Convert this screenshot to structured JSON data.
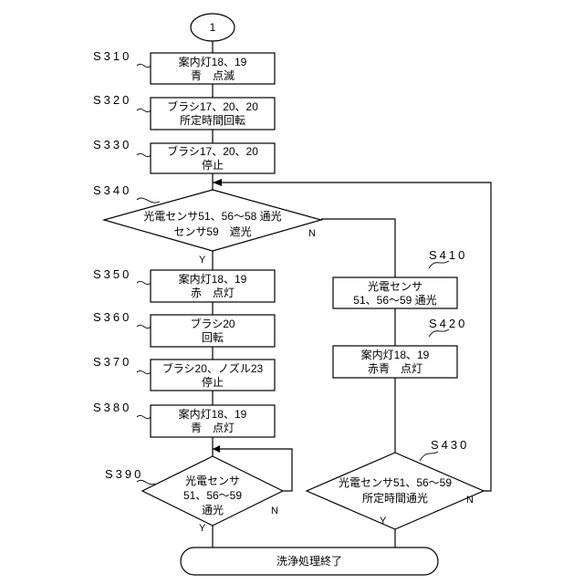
{
  "start": {
    "label": "1"
  },
  "steps": {
    "s310": {
      "id": "S310",
      "lines": [
        "案内灯18、19",
        "青　点滅"
      ]
    },
    "s320": {
      "id": "S320",
      "lines": [
        "ブラシ17、20、20",
        "所定時間回転"
      ]
    },
    "s330": {
      "id": "S330",
      "lines": [
        "ブラシ17、20、20",
        "停止"
      ]
    },
    "s340": {
      "id": "S340",
      "lines": [
        "光電センサ51、56～58 通光",
        "センサ59　遮光"
      ],
      "yes": "Y",
      "no": "N"
    },
    "s350": {
      "id": "S350",
      "lines": [
        "案内灯18、19",
        "赤　点灯"
      ]
    },
    "s360": {
      "id": "S360",
      "lines": [
        "ブラシ20",
        "回転"
      ]
    },
    "s370": {
      "id": "S370",
      "lines": [
        "ブラシ20、ノズル23",
        "停止"
      ]
    },
    "s380": {
      "id": "S380",
      "lines": [
        "案内灯18、19",
        "青　点灯"
      ]
    },
    "s390": {
      "id": "S390",
      "lines": [
        "光電センサ",
        "51、56～59",
        "通光"
      ],
      "yes": "Y",
      "no": "N"
    },
    "s410": {
      "id": "S410",
      "lines": [
        "光電センサ",
        "51、56～59 通光"
      ]
    },
    "s420": {
      "id": "S420",
      "lines": [
        "案内灯18、19",
        "赤青　点灯"
      ]
    },
    "s430": {
      "id": "S430",
      "lines": [
        "光電センサ51、56～59",
        "所定時間通光"
      ],
      "yes": "Y",
      "no": "N"
    }
  },
  "end": {
    "label": "洗浄処理終了"
  }
}
